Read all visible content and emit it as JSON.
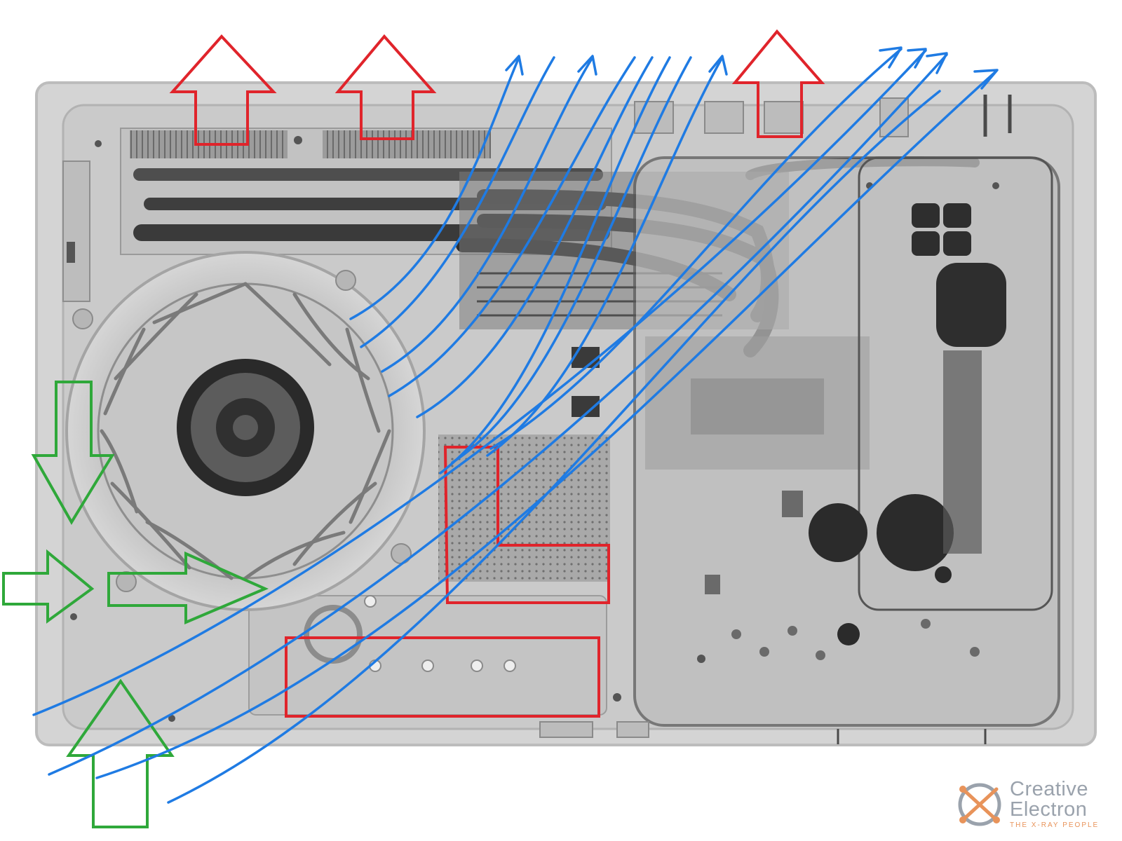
{
  "image": {
    "subject": "x-ray-of-game-console-mainboard",
    "overlay_colors": {
      "exhaust_arrow": "#e0242b",
      "intake_arrow": "#2fa83a",
      "airflow_line": "#1f7be3",
      "hot_component_outline": "#e0242b"
    }
  },
  "watermark": {
    "line1": "Creative",
    "line2": "Electron",
    "tagline": "THE X-RAY PEOPLE",
    "colors": {
      "text": "#9aa2ac",
      "accent": "#e8935a"
    }
  }
}
